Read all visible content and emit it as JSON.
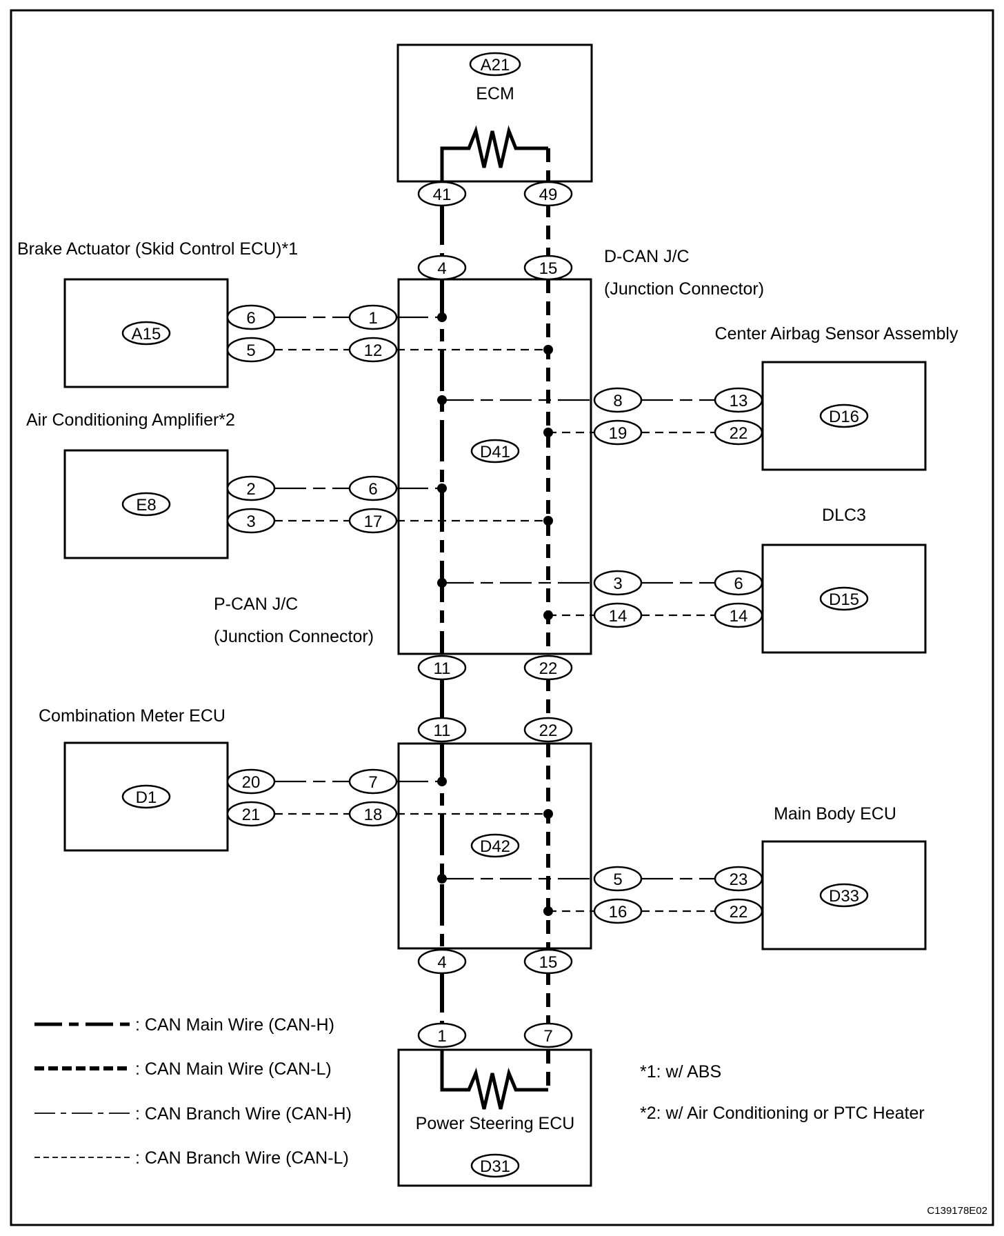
{
  "diagram": {
    "figure_code": "C139178E02",
    "main_buses": {
      "can_h_label": "CAN-H",
      "can_l_label": "CAN-L"
    },
    "ecm": {
      "connector": "A21",
      "name": "ECM",
      "pins": {
        "can_h": "41",
        "can_l": "49"
      }
    },
    "d_can_jc": {
      "title": "D-CAN J/C",
      "subtitle": "(Junction Connector)",
      "connector": "D41",
      "top_pins": {
        "can_h": "4",
        "can_l": "15"
      },
      "bottom_pins": {
        "can_h": "11",
        "can_l": "22"
      }
    },
    "p_can_jc": {
      "title": "P-CAN J/C",
      "subtitle": "(Junction Connector)",
      "connector": "D42",
      "top_pins": {
        "can_h": "11",
        "can_l": "22"
      },
      "bottom_pins": {
        "can_h": "4",
        "can_l": "15"
      }
    },
    "power_steering": {
      "name": "Power Steering ECU",
      "connector": "D31",
      "pins": {
        "can_h": "1",
        "can_l": "7"
      }
    },
    "left_devices": [
      {
        "name": "Brake Actuator (Skid Control ECU)*1",
        "connector": "A15",
        "pins_device": [
          "6",
          "5"
        ],
        "pins_jc": [
          "1",
          "12"
        ]
      },
      {
        "name": "Air Conditioning Amplifier*2",
        "connector": "E8",
        "pins_device": [
          "2",
          "3"
        ],
        "pins_jc": [
          "6",
          "17"
        ]
      },
      {
        "name": "Combination Meter ECU",
        "connector": "D1",
        "pins_device": [
          "20",
          "21"
        ],
        "pins_jc": [
          "7",
          "18"
        ]
      }
    ],
    "right_devices": [
      {
        "name": "Center Airbag Sensor Assembly",
        "connector": "D16",
        "pins_jc": [
          "8",
          "19"
        ],
        "pins_device": [
          "13",
          "22"
        ]
      },
      {
        "name": "DLC3",
        "connector": "D15",
        "pins_jc": [
          "3",
          "14"
        ],
        "pins_device": [
          "6",
          "14"
        ]
      },
      {
        "name": "Main Body ECU",
        "connector": "D33",
        "pins_jc": [
          "5",
          "16"
        ],
        "pins_device": [
          "23",
          "22"
        ]
      }
    ],
    "legend": [
      {
        "style": "main-h",
        "label": ": CAN Main Wire (CAN-H)"
      },
      {
        "style": "main-l",
        "label": ": CAN Main Wire (CAN-L)"
      },
      {
        "style": "branch-h",
        "label": ": CAN Branch Wire (CAN-H)"
      },
      {
        "style": "branch-l",
        "label": ": CAN Branch Wire (CAN-L)"
      }
    ],
    "notes": [
      "*1: w/ ABS",
      "*2: w/ Air Conditioning or PTC Heater"
    ]
  }
}
